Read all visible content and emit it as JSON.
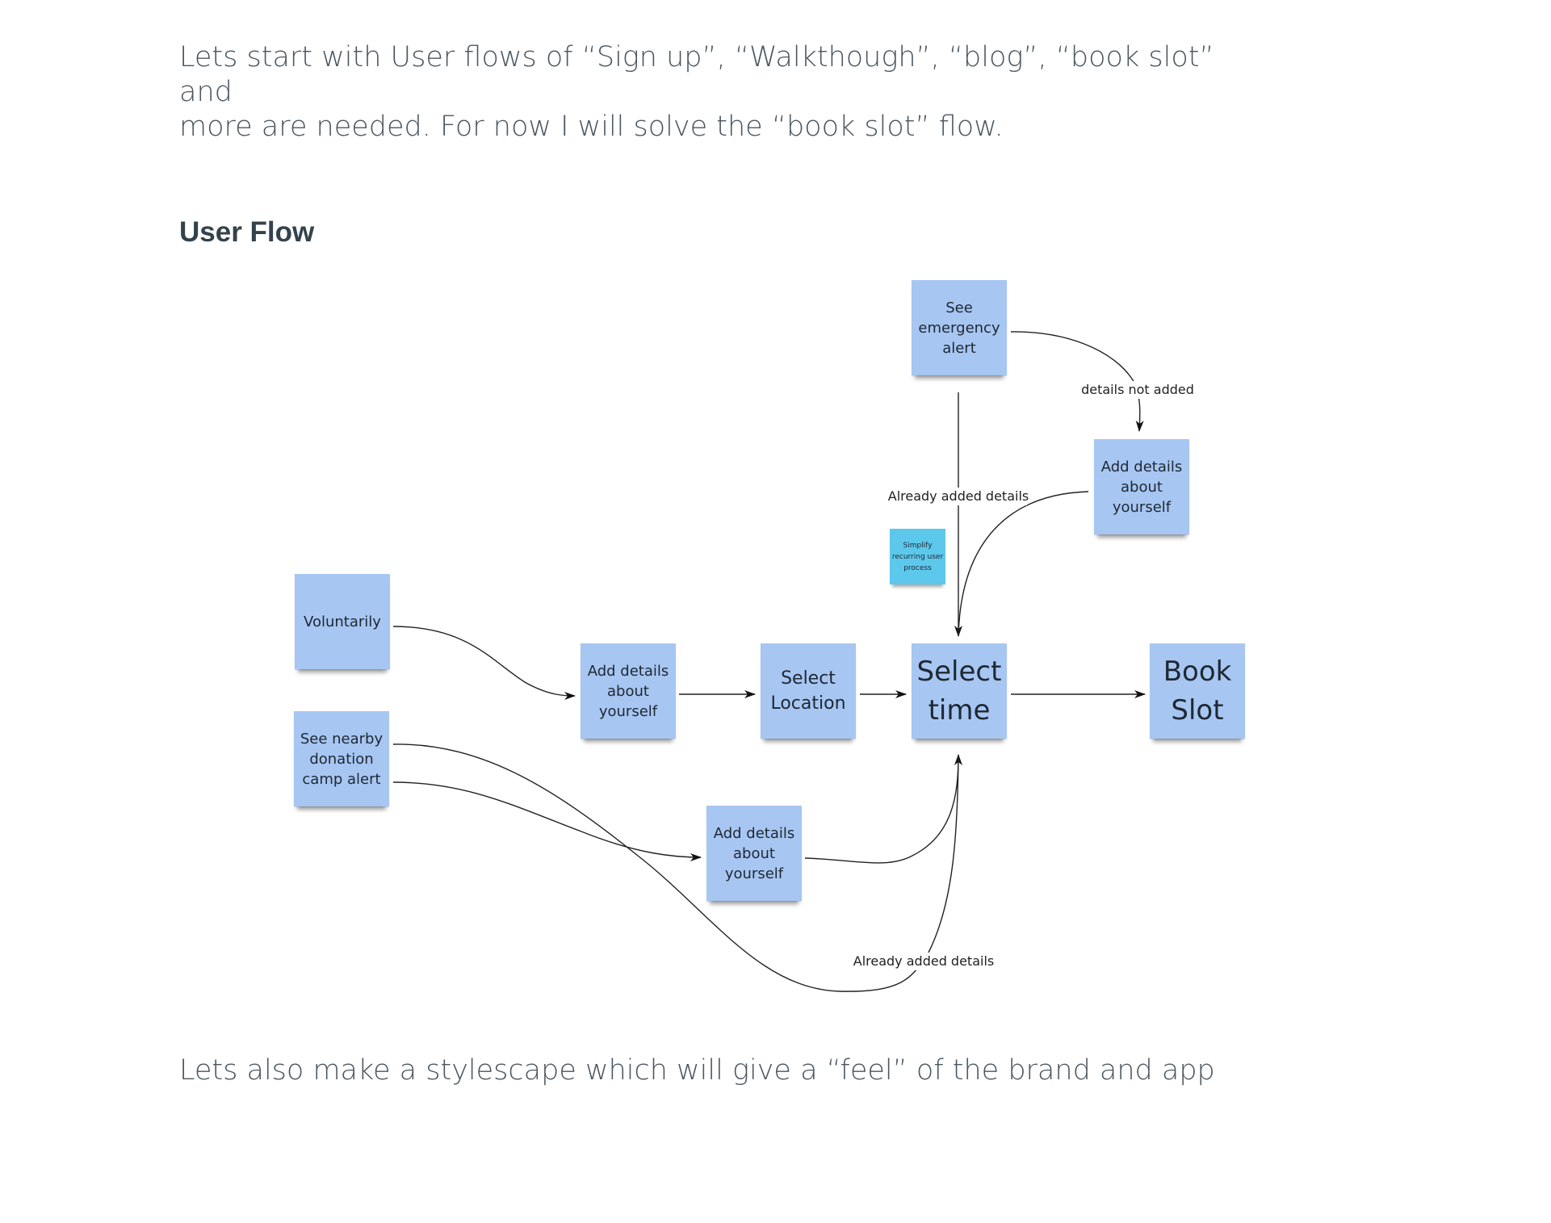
{
  "intro": {
    "line1": "Lets start with User flows of “Sign up”, “Walkthough”, “blog”, “book slot” and",
    "line2": "more are needed. For now I will solve the “book slot” flow."
  },
  "section_title": "User Flow",
  "outro": "Lets also make a stylescape which will give a “feel” of the brand and app",
  "colors": {
    "sticky_note": "#a7c6f2",
    "sticky_note_accent": "#5cc8ec",
    "text": "#4a5660",
    "heading": "#34424c"
  },
  "flow": {
    "notes": {
      "see_emergency_alert": "See emergency alert",
      "add_details_top": "Add details about yourself",
      "simplify_note": "Simplify recurring user process",
      "voluntarily": "Voluntarily",
      "see_nearby_alert": "See nearby donation camp alert",
      "add_details_mid": "Add details about yourself",
      "select_location": "Select Location",
      "select_time": "Select time",
      "book_slot": "Book Slot",
      "add_details_bottom": "Add details about yourself"
    },
    "edge_labels": {
      "details_not_added": "details not added",
      "already_added_top": "Already added details",
      "already_added_bottom": "Already added details"
    }
  }
}
